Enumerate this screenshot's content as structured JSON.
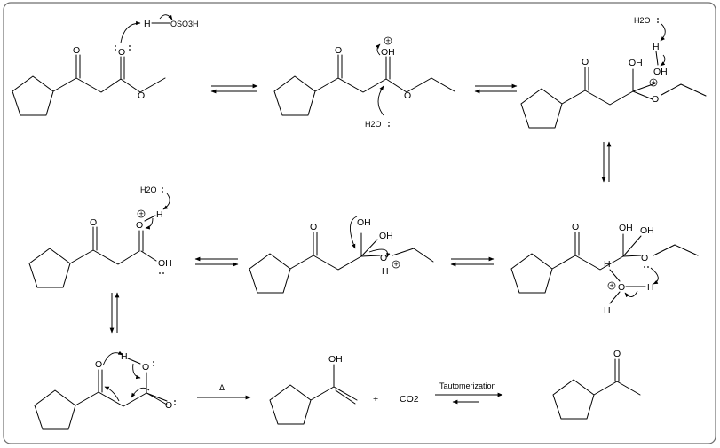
{
  "atoms": {
    "o": "O",
    "oh": "OH",
    "h": "H",
    "water": "H2O",
    "oso3h": "OSO3H",
    "co2": "CO2",
    "plus_sign": "+",
    "charge": "+"
  },
  "conditions": {
    "heat": "Δ",
    "tautomerization": "Tautomerization"
  }
}
